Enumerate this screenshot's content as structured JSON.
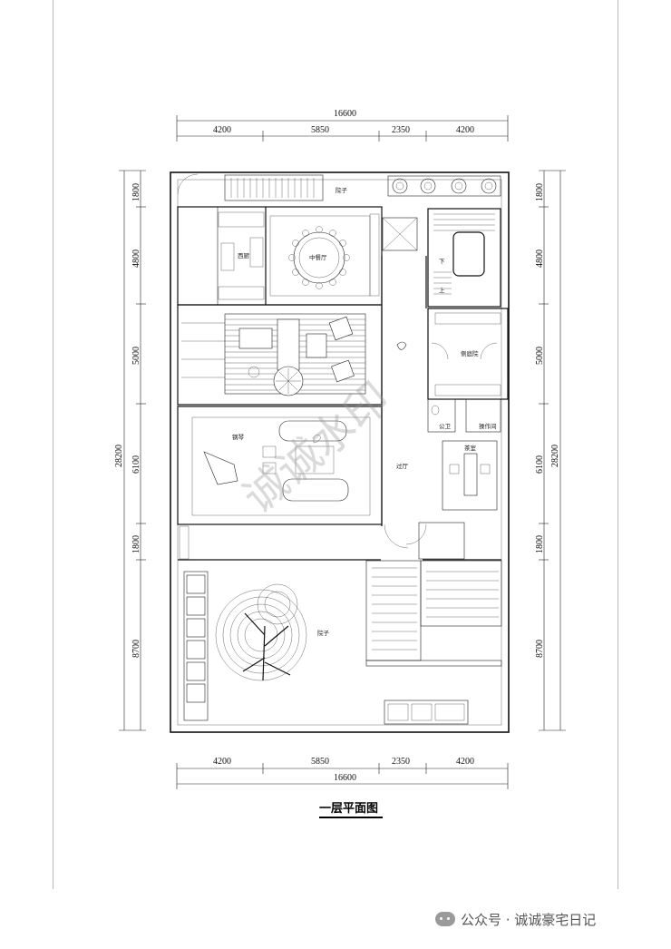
{
  "dimensions": {
    "top_total": "16600",
    "top_segments": [
      "4200",
      "5850",
      "2350",
      "4200"
    ],
    "bottom_total": "16600",
    "bottom_segments": [
      "4200",
      "5850",
      "2350",
      "4200"
    ],
    "left_total": "28200",
    "left_segments": [
      "1800",
      "4800",
      "5000",
      "6100",
      "1800",
      "8700"
    ],
    "right_total": "28200",
    "right_segments": [
      "1800",
      "4800",
      "5000",
      "6100",
      "1800",
      "8700"
    ]
  },
  "rooms": {
    "yard_top": "院子",
    "western_kitchen": "西厨",
    "chinese_dining": "中餐厅",
    "side_stair_up": "上",
    "side_stair_down": "下",
    "side_entrance": "侧庭院",
    "public_wc": "公卫",
    "ops_room": "操作间",
    "piano": "钢琴",
    "hall": "过厅",
    "tea_room": "茶室",
    "yard_bottom": "院子"
  },
  "caption": "一层平面图",
  "footer": "公众号 · 诚诚豪宅日记",
  "watermark": "诚诚水印",
  "icons": {
    "wechat": "wechat-icon"
  }
}
